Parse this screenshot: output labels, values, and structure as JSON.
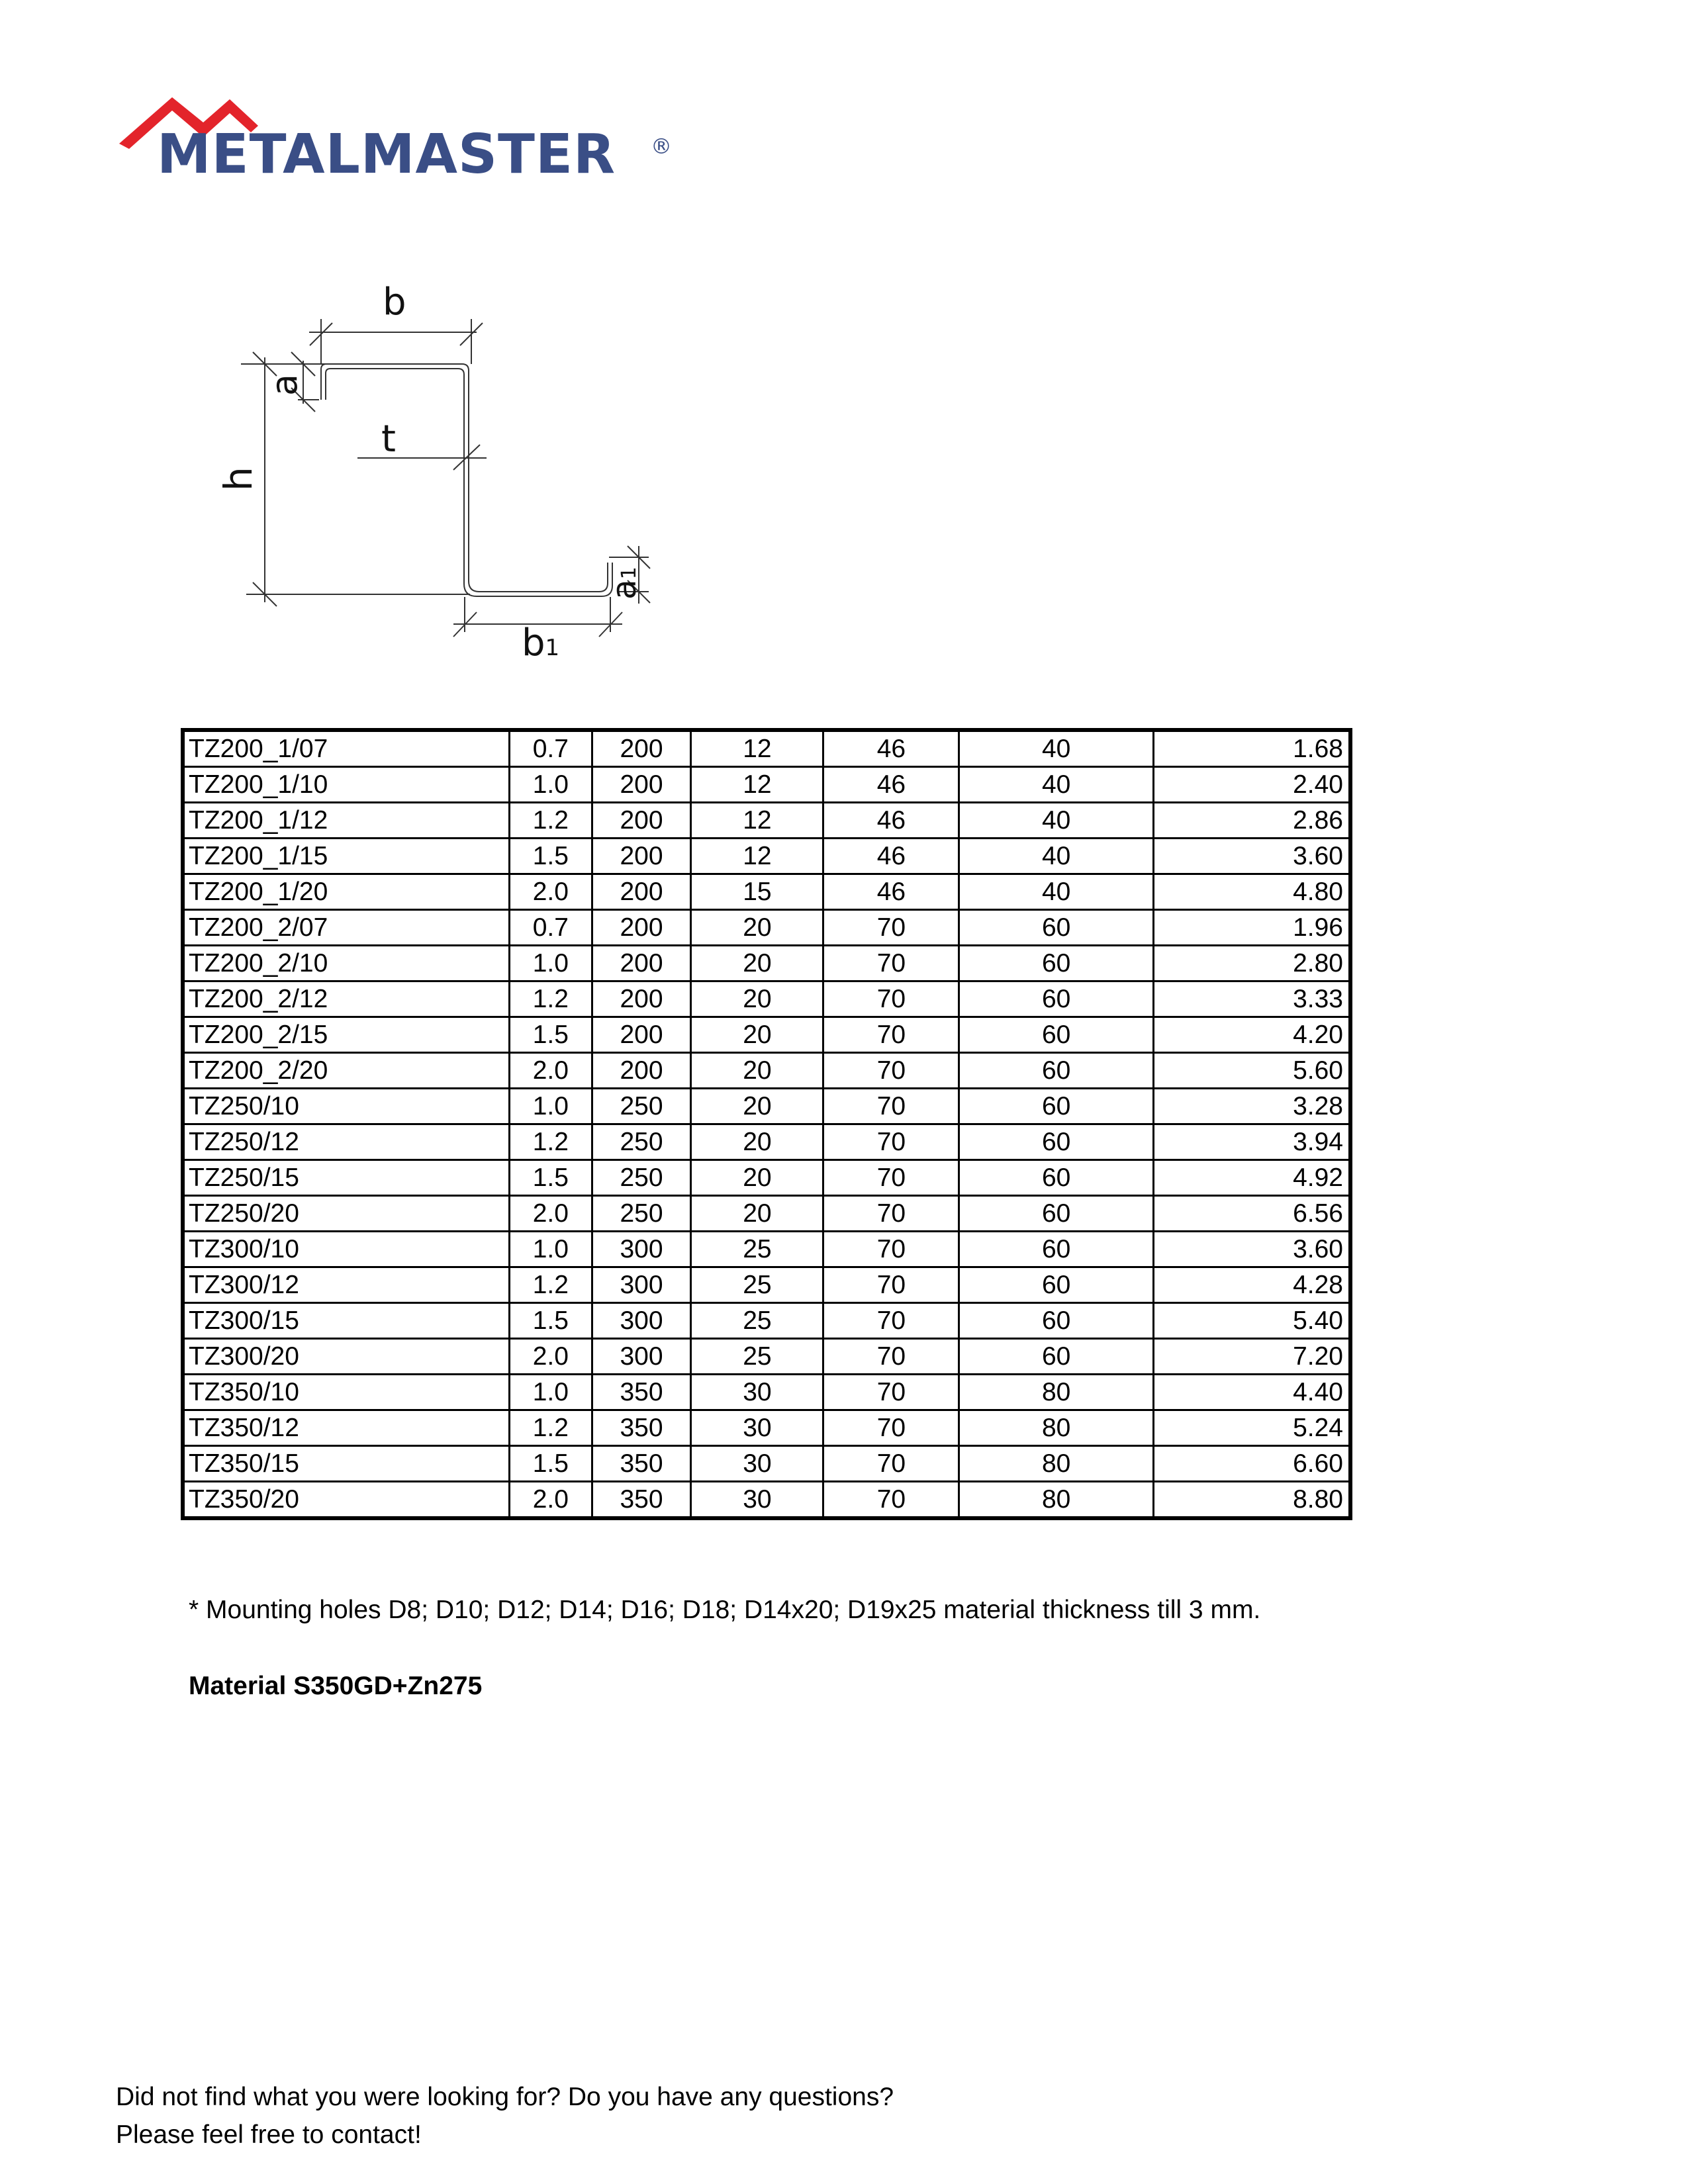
{
  "brand": {
    "name": "METALMASTER",
    "registered_mark": "®",
    "colors": {
      "roof": "#e3242b",
      "text": "#3a4e86"
    }
  },
  "diagram": {
    "labels": {
      "b": "b",
      "a": "a",
      "h": "h",
      "t": "t",
      "b1_main": "b",
      "b1_sub": "1",
      "a1_main": "a",
      "a1_sub": "1"
    }
  },
  "table": {
    "rows": [
      [
        "TZ200_1/07",
        "0.7",
        "200",
        "12",
        "46",
        "40",
        "1.68"
      ],
      [
        "TZ200_1/10",
        "1.0",
        "200",
        "12",
        "46",
        "40",
        "2.40"
      ],
      [
        "TZ200_1/12",
        "1.2",
        "200",
        "12",
        "46",
        "40",
        "2.86"
      ],
      [
        "TZ200_1/15",
        "1.5",
        "200",
        "12",
        "46",
        "40",
        "3.60"
      ],
      [
        "TZ200_1/20",
        "2.0",
        "200",
        "15",
        "46",
        "40",
        "4.80"
      ],
      [
        "TZ200_2/07",
        "0.7",
        "200",
        "20",
        "70",
        "60",
        "1.96"
      ],
      [
        "TZ200_2/10",
        "1.0",
        "200",
        "20",
        "70",
        "60",
        "2.80"
      ],
      [
        "TZ200_2/12",
        "1.2",
        "200",
        "20",
        "70",
        "60",
        "3.33"
      ],
      [
        "TZ200_2/15",
        "1.5",
        "200",
        "20",
        "70",
        "60",
        "4.20"
      ],
      [
        "TZ200_2/20",
        "2.0",
        "200",
        "20",
        "70",
        "60",
        "5.60"
      ],
      [
        "TZ250/10",
        "1.0",
        "250",
        "20",
        "70",
        "60",
        "3.28"
      ],
      [
        "TZ250/12",
        "1.2",
        "250",
        "20",
        "70",
        "60",
        "3.94"
      ],
      [
        "TZ250/15",
        "1.5",
        "250",
        "20",
        "70",
        "60",
        "4.92"
      ],
      [
        "TZ250/20",
        "2.0",
        "250",
        "20",
        "70",
        "60",
        "6.56"
      ],
      [
        "TZ300/10",
        "1.0",
        "300",
        "25",
        "70",
        "60",
        "3.60"
      ],
      [
        "TZ300/12",
        "1.2",
        "300",
        "25",
        "70",
        "60",
        "4.28"
      ],
      [
        "TZ300/15",
        "1.5",
        "300",
        "25",
        "70",
        "60",
        "5.40"
      ],
      [
        "TZ300/20",
        "2.0",
        "300",
        "25",
        "70",
        "60",
        "7.20"
      ],
      [
        "TZ350/10",
        "1.0",
        "350",
        "30",
        "70",
        "80",
        "4.40"
      ],
      [
        "TZ350/12",
        "1.2",
        "350",
        "30",
        "70",
        "80",
        "5.24"
      ],
      [
        "TZ350/15",
        "1.5",
        "350",
        "30",
        "70",
        "80",
        "6.60"
      ],
      [
        "TZ350/20",
        "2.0",
        "350",
        "30",
        "70",
        "80",
        "8.80"
      ]
    ]
  },
  "notes": {
    "mounting_holes": "* Mounting holes D8; D10; D12; D14; D16; D18; D14x20; D19x25 material thickness till 3 mm.",
    "material": "Material S350GD+Zn275"
  },
  "footer": {
    "line1": "Did not find what you were looking for? Do you have any questions?",
    "line2": "Please feel free to contact!"
  }
}
